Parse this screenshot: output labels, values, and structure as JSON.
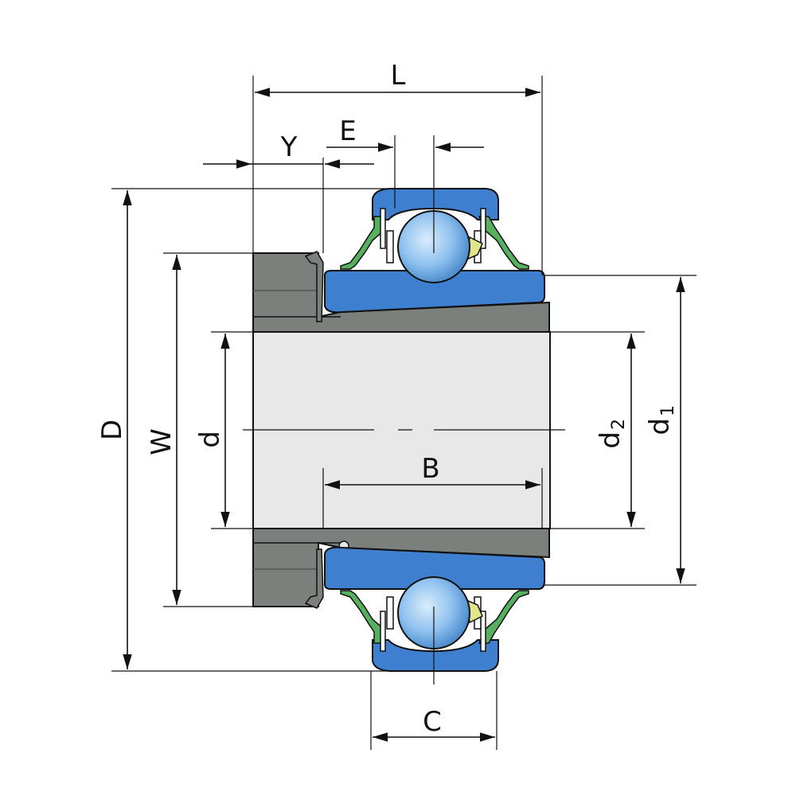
{
  "labels": {
    "L": "L",
    "Y": "Y",
    "E": "E",
    "D": "D",
    "W": "W",
    "d": "d",
    "d2_main": "d",
    "d2_sub": "2",
    "d1_main": "d",
    "d1_sub": "1",
    "B": "B",
    "C": "C"
  },
  "colors": {
    "ring_blue": "#3f7fd0",
    "ball_blue": "#8fc1ef",
    "seal_green": "#57b060",
    "cage_yellow": "#e2e58a",
    "collar_grey": "#7b807c",
    "bore_light": "#e8e8e8",
    "line": "#111111"
  }
}
